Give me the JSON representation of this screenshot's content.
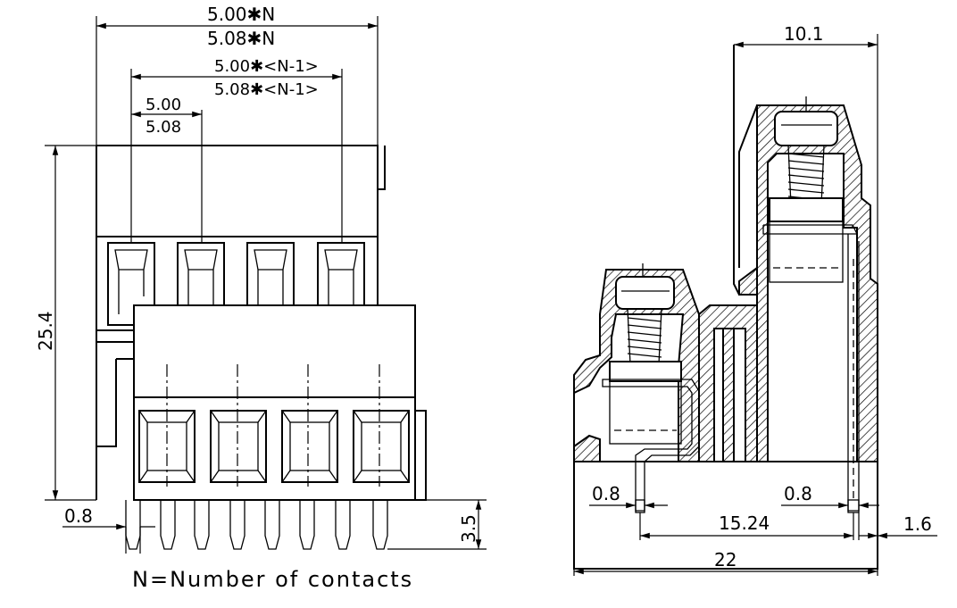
{
  "front_view": {
    "dim_pitch_total_top": "5.00✱N",
    "dim_pitch_total_bottom": "5.08✱N",
    "dim_pitch_n1_top": "5.00✱<N-1>",
    "dim_pitch_n1_bottom": "5.08✱<N-1>",
    "dim_pitch_top": "5.00",
    "dim_pitch_bottom": "5.08",
    "dim_height": "25.4",
    "dim_pin_width": "0.8",
    "dim_pin_length": "3.5",
    "caption": "N=Number of contacts"
  },
  "side_view": {
    "dim_depth": "10.1",
    "dim_pin_left": "0.8",
    "dim_pin_right": "0.8",
    "dim_row_spacing": "15.24",
    "dim_offset": "1.6",
    "dim_total_width": "22"
  }
}
